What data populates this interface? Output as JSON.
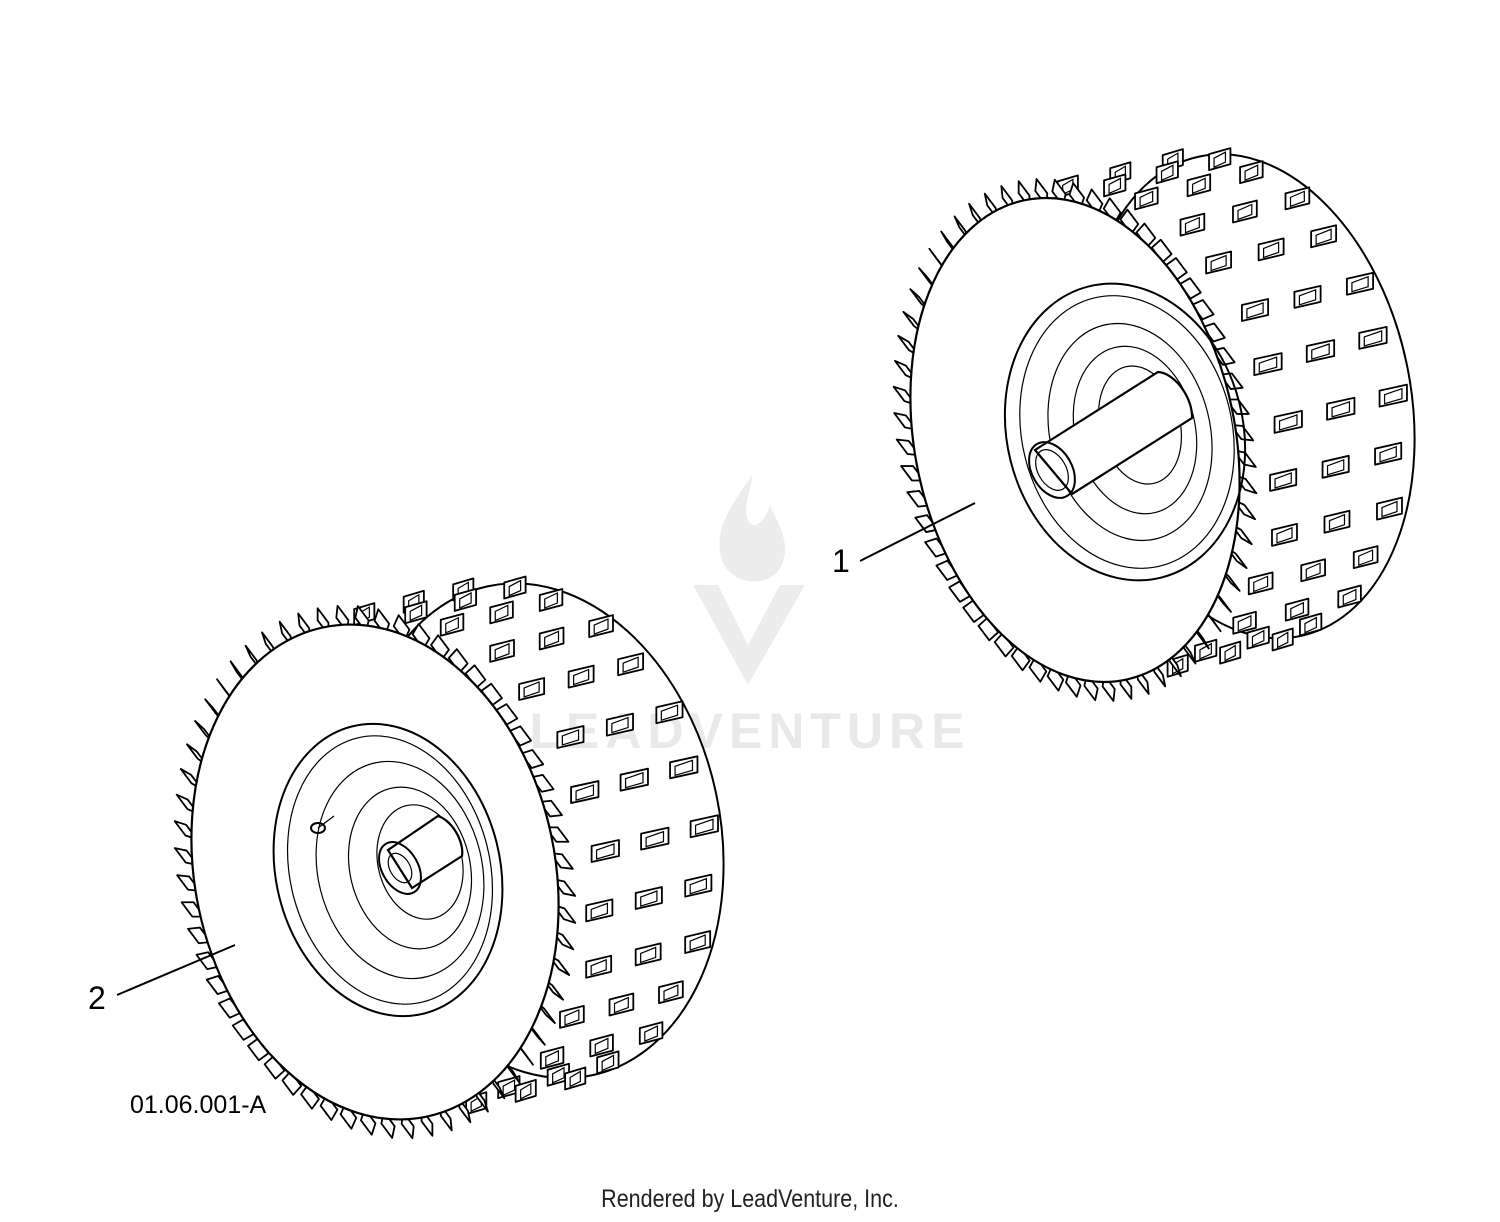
{
  "diagram": {
    "callouts": [
      {
        "id": "1",
        "label": "1",
        "part": "wheel-with-axle-shaft"
      },
      {
        "id": "2",
        "label": "2",
        "part": "wheel-with-hub"
      }
    ],
    "drawing_code": "01.06.001-A",
    "watermark": {
      "text": "LEADVENTURE",
      "icon": "flame-v-logo"
    },
    "footer": "Rendered by LeadVenture, Inc."
  }
}
